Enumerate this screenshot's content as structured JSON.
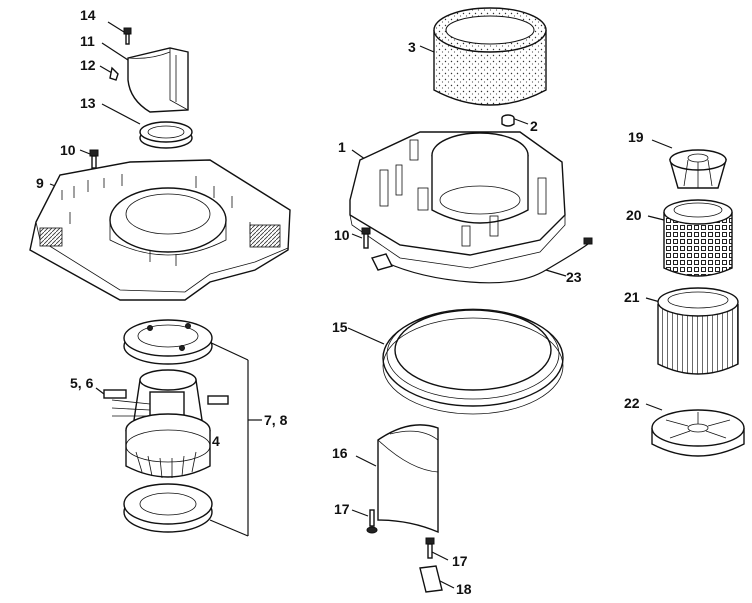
{
  "callouts": [
    {
      "id": "c14",
      "text": "14"
    },
    {
      "id": "c11",
      "text": "11"
    },
    {
      "id": "c12",
      "text": "12"
    },
    {
      "id": "c13",
      "text": "13"
    },
    {
      "id": "c10a",
      "text": "10"
    },
    {
      "id": "c9",
      "text": "9"
    },
    {
      "id": "c56",
      "text": "5, 6"
    },
    {
      "id": "c4",
      "text": "4"
    },
    {
      "id": "c78",
      "text": "7, 8"
    },
    {
      "id": "c3",
      "text": "3"
    },
    {
      "id": "c2",
      "text": "2"
    },
    {
      "id": "c1",
      "text": "1"
    },
    {
      "id": "c10b",
      "text": "10"
    },
    {
      "id": "c23",
      "text": "23"
    },
    {
      "id": "c15",
      "text": "15"
    },
    {
      "id": "c16",
      "text": "16"
    },
    {
      "id": "c17a",
      "text": "17"
    },
    {
      "id": "c17b",
      "text": "17"
    },
    {
      "id": "c18",
      "text": "18"
    },
    {
      "id": "c19",
      "text": "19"
    },
    {
      "id": "c20",
      "text": "20"
    },
    {
      "id": "c21",
      "text": "21"
    },
    {
      "id": "c22",
      "text": "22"
    }
  ]
}
